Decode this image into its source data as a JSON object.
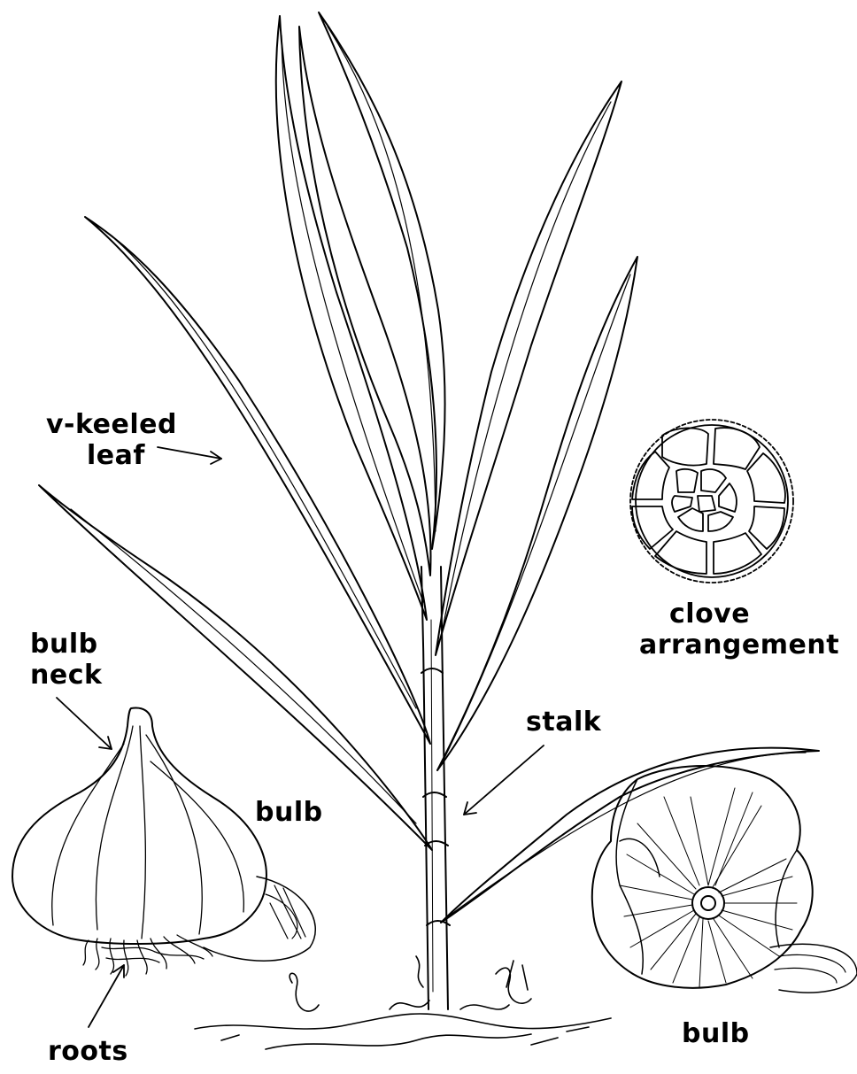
{
  "labels": {
    "leaf": [
      "v-keeled",
      "leaf"
    ],
    "clove": [
      "clove",
      "arrangement"
    ],
    "bulb_neck": [
      "bulb",
      "neck"
    ],
    "stalk": "stalk",
    "bulb_left": "bulb",
    "bulb_right": "bulb",
    "roots": "roots"
  },
  "colors": {
    "ink": "#000000",
    "paper": "#ffffff"
  }
}
